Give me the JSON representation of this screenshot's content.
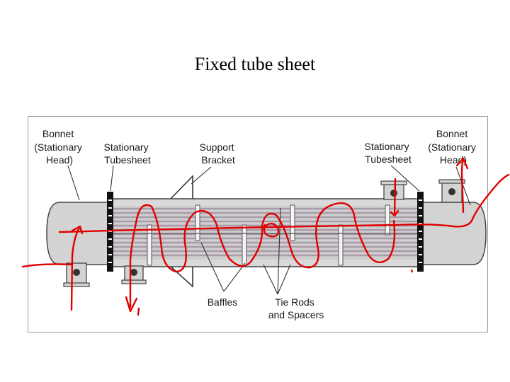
{
  "title": "Fixed tube sheet",
  "labels": {
    "bonnet_left": [
      "Bonnet",
      "(Stationary",
      "Head)"
    ],
    "tubesheet_left": [
      "Stationary",
      "Tubesheet"
    ],
    "support_bracket": [
      "Support",
      "Bracket"
    ],
    "tubesheet_right": [
      "Stationary",
      "Tubesheet"
    ],
    "bonnet_right": [
      "Bonnet",
      "(Stationary",
      "Head)"
    ],
    "baffles": [
      "Baffles"
    ],
    "tie_rods": [
      "Tie Rods",
      "and Spacers"
    ]
  },
  "colors": {
    "shell_fill": "#d3d3d3",
    "shell_stroke": "#444444",
    "tube": "#a99aa9",
    "tubesheet": "#111111",
    "annotation": "#e00000",
    "frame": "#9a9a9a"
  }
}
